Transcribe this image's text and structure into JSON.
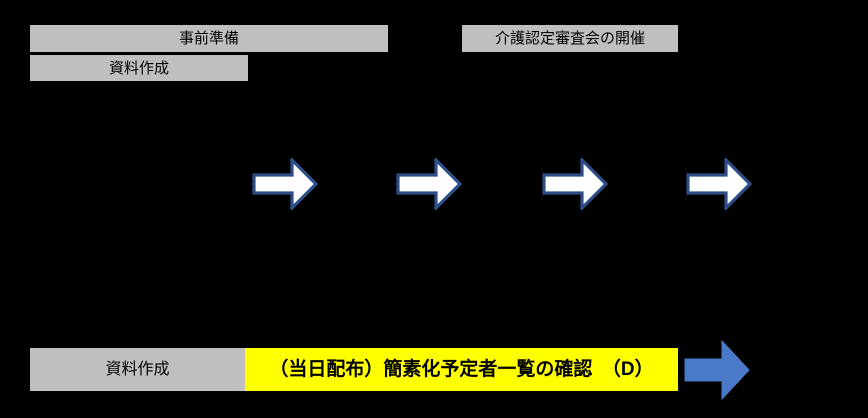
{
  "diagram": {
    "title_bars": [
      {
        "id": "phase-prep",
        "label": "事前準備",
        "style": "gray"
      },
      {
        "id": "meeting-hold",
        "label": "介護認定審査会の開催",
        "style": "gray"
      }
    ],
    "top_row": [
      {
        "id": "doc-prep-top",
        "label": "資料作成",
        "style": "gray"
      }
    ],
    "bottom_row": [
      {
        "id": "doc-prep-bottom",
        "label": "資料作成",
        "style": "gray"
      },
      {
        "id": "confirm-simplified-list",
        "label": "（当日配布）簡素化予定者一覧の確認　（D）",
        "style": "yellow"
      }
    ],
    "flow_arrows": [
      {
        "id": "arrow-1",
        "style": "white",
        "direction": "right"
      },
      {
        "id": "arrow-2",
        "style": "white",
        "direction": "right"
      },
      {
        "id": "arrow-3",
        "style": "white",
        "direction": "right"
      },
      {
        "id": "arrow-4",
        "style": "white",
        "direction": "right"
      },
      {
        "id": "arrow-5",
        "style": "blue",
        "direction": "right"
      }
    ],
    "colors": {
      "background": "#000000",
      "bar_gray": "#bfbfbf",
      "bar_yellow": "#ffff00",
      "arrow_white_fill": "#ffffff",
      "arrow_white_outline": "#2e4d87",
      "arrow_blue_fill": "#4a7ac7",
      "text": "#000000"
    }
  }
}
